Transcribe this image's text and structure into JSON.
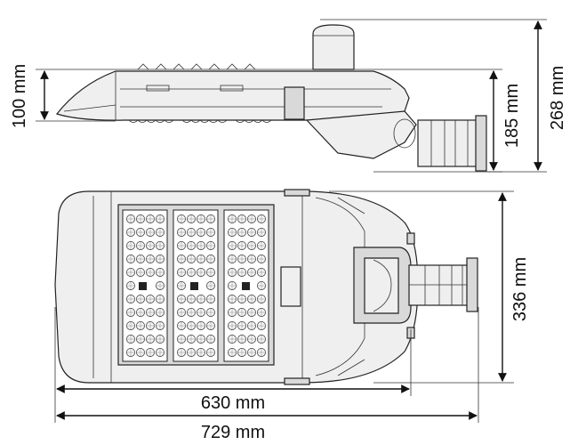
{
  "dimensions": {
    "side_height": "100 mm",
    "mid_height": "185 mm",
    "total_height": "268 mm",
    "module_width": "336 mm",
    "body_length": "630 mm",
    "total_length": "729 mm"
  },
  "colors": {
    "line": "#222222",
    "fill_light": "#efefef",
    "fill_mid": "#d9d9d9"
  }
}
